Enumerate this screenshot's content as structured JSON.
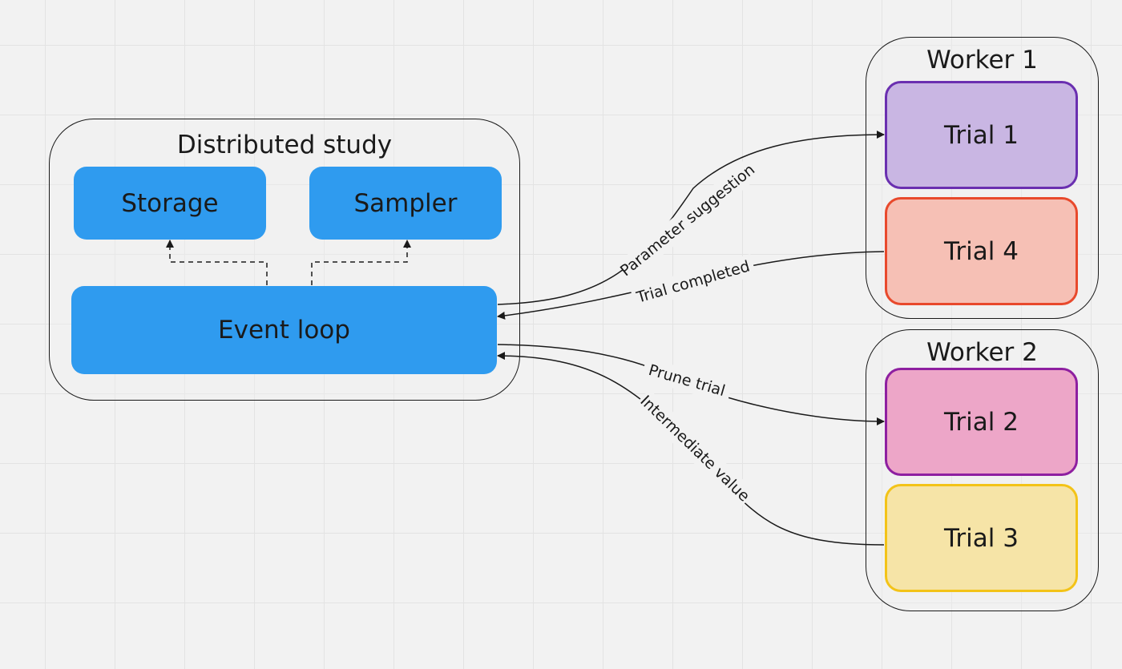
{
  "study": {
    "title": "Distributed study",
    "storage": "Storage",
    "sampler": "Sampler",
    "event_loop": "Event loop"
  },
  "worker1": {
    "title": "Worker 1",
    "trial_top": "Trial 1",
    "trial_bottom": "Trial 4"
  },
  "worker2": {
    "title": "Worker 2",
    "trial_top": "Trial 2",
    "trial_bottom": "Trial 3"
  },
  "edges": {
    "param_suggestion": "Parameter suggestion",
    "trial_completed": "Trial completed",
    "prune_trial": "Prune trial",
    "intermediate_value": "Intermediate value"
  },
  "colors": {
    "blue": "#2f9bef",
    "trial1_fill": "#c9b6e3",
    "trial1_border": "#6a2fb0",
    "trial4_fill": "#f6c0b5",
    "trial4_border": "#e8492c",
    "trial2_fill": "#eda6c8",
    "trial2_border": "#8e1fa0",
    "trial3_fill": "#f6e4a7",
    "trial3_border": "#f3c318"
  }
}
